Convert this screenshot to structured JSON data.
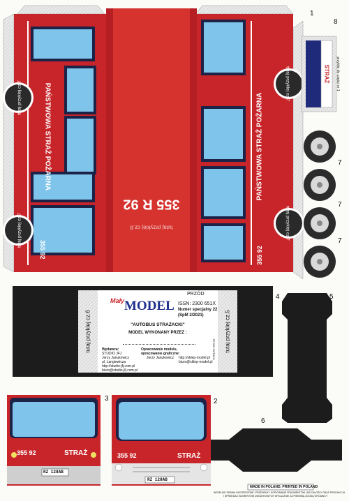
{
  "part_numbers": {
    "p1": "1",
    "p2": "2",
    "p3": "3",
    "p4": "4",
    "p5": "5",
    "p6": "6",
    "p7a": "7",
    "p7b": "7",
    "p7c": "7",
    "p8": "8"
  },
  "bus": {
    "side_text": "PAŃSTWOWA STRAŻ POŻARNA",
    "plate_number": "355 R 92",
    "fleet_number": "355",
    "fleet_suffix": "92",
    "glue_cz7": "tutaj przyklej cz.7",
    "glue_cz8": "tutaj przyklej cz.8",
    "front_text": "STRAŻ",
    "license_plate": "RZ 128AB"
  },
  "part8": {
    "text": "STRAŻ",
    "glue": "przyklej do części nr 1"
  },
  "info": {
    "przod": "PRZÓD",
    "logo": "MODEL",
    "logo_small": "Mały",
    "issn": "ISSN: 2300 651X",
    "issue": "Numer specjalny 22",
    "issue_sub": "(SpM 2/2021)",
    "title": "\"AUTOBUS STRAŻACKI\"",
    "made_by": "MODEL WYKONANY PRZEZ :",
    "publisher_head": "Wydawca:",
    "publisher_lines": [
      "STUDIO JFJ",
      "Jerzy Janukowicz",
      "ul. Langiewicza"
    ],
    "publisher_links": [
      "http://studio-jfj.com.pl",
      "biuro@studio-jfj.com.pl"
    ],
    "design_head": "Opracowanie modelu,",
    "design_head2": "opracowanie graficzne:",
    "design_name": "Jerzy Janukowicz",
    "shop_links": [
      "http://sklep-model.pl",
      "biuro@sklep-model.pl"
    ],
    "print_run": "NAKŁAD 300 szt.",
    "glue_cz6": "tutaj przyklej cz.6",
    "glue_cz5": "tutaj przyklej cz.5"
  },
  "footer": {
    "made_in": "MADE IN POLAND. PRINTED IN POLAND",
    "rights1": "WSZELKIE PRAWA ZASTRZEŻONE. PRZEDRUK I KOPIOWANIE FRAGMENTÓW LUB CAŁOŚCI ORAZ PRODUKCJA",
    "rights2": "I SPRZEDAŻ ELEMENTÓW DODATKOWYCH WYŁĄCZNIE ZA PISEMNĄ ZGODĄ WYDAWCY"
  },
  "colors": {
    "bus_red": "#c8252a",
    "roof_red": "#d6322e",
    "window_blue": "#7fc4ea",
    "frame_navy": "#1d2347",
    "stripe_white": "#ffffff",
    "black_part": "#1c1c1c",
    "tab_grey": "#e4e4e4"
  }
}
